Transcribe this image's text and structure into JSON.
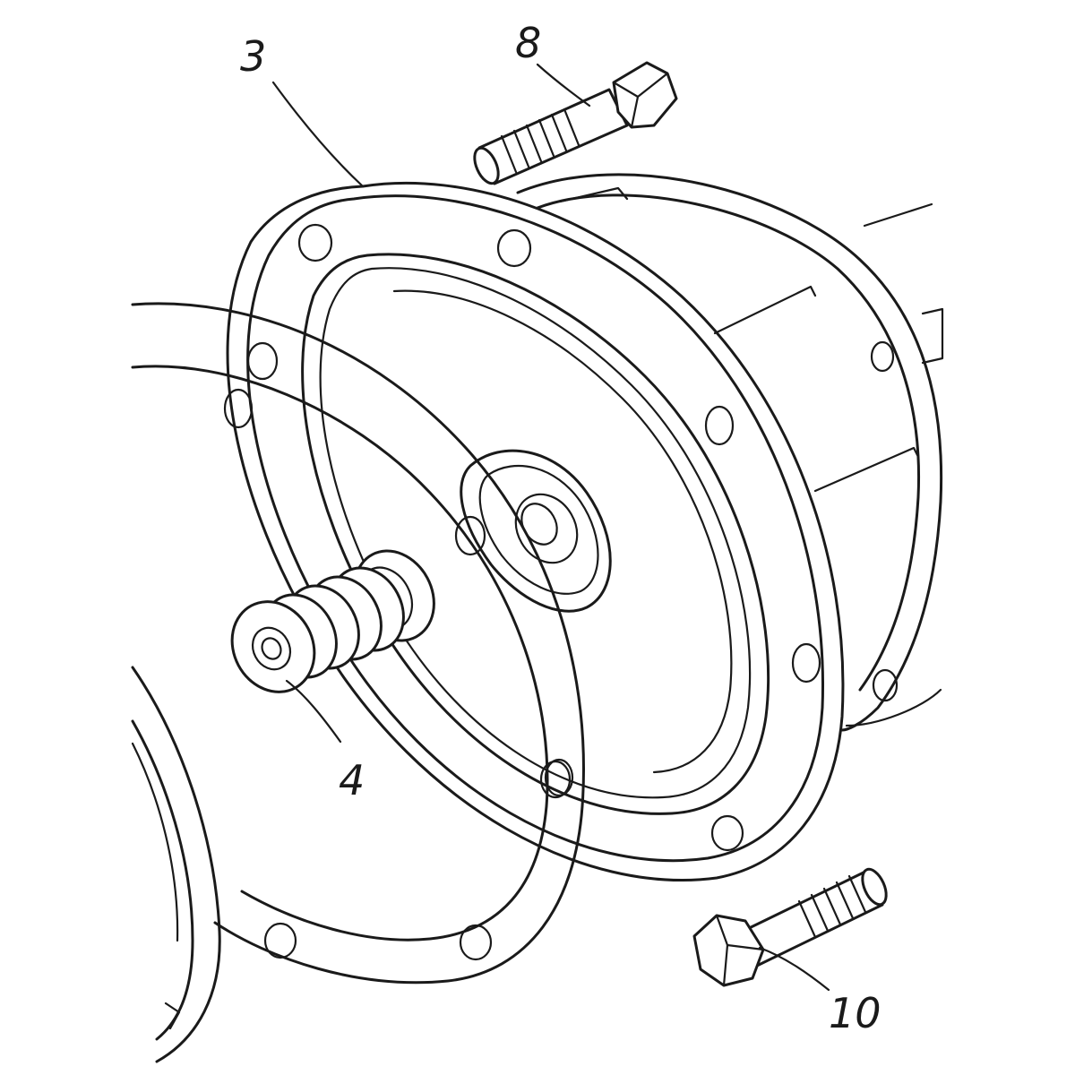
{
  "diagram": {
    "callouts": [
      {
        "id": "part-3",
        "label": "3"
      },
      {
        "id": "part-8",
        "label": "8"
      },
      {
        "id": "part-4",
        "label": "4"
      },
      {
        "id": "part-10",
        "label": "10"
      }
    ]
  },
  "colors": {
    "line": "#1a1a1a",
    "background": "#ffffff"
  }
}
